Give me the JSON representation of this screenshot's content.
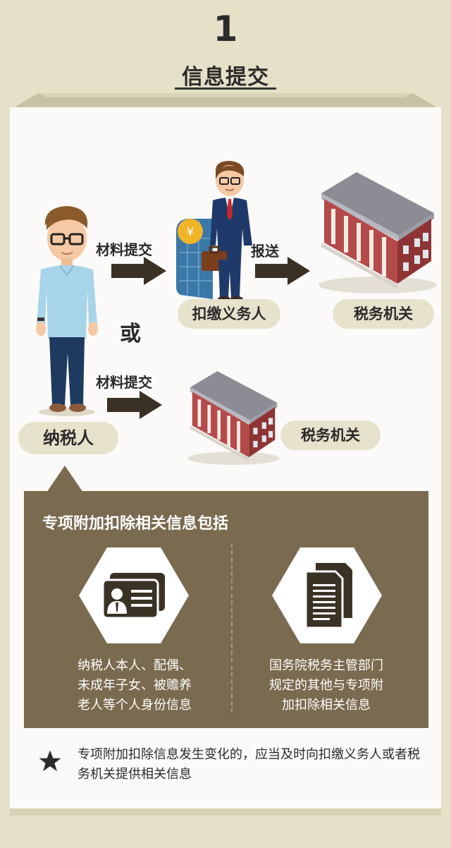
{
  "header": {
    "step_number": "1",
    "title": "信息提交"
  },
  "flow": {
    "submit_label_1": "材料提交",
    "submit_label_2": "材料提交",
    "report_label": "报送",
    "or_label": "或",
    "withholding_agent": "扣缴义务人",
    "tax_authority_1": "税务机关",
    "tax_authority_2": "税务机关",
    "taxpayer": "纳税人"
  },
  "info": {
    "title": "专项附加扣除相关信息包括",
    "items": [
      {
        "icon": "id-card-icon",
        "lines": [
          "纳税人本人、配偶、",
          "未成年子女、被赡养",
          "老人等个人身份信息"
        ]
      },
      {
        "icon": "documents-icon",
        "lines": [
          "国务院税务主管部门",
          "规定的其他与专项附",
          "加扣除相关信息"
        ]
      }
    ]
  },
  "note": {
    "icon": "star-icon",
    "text": "专项附加扣除信息发生变化的，应当及时向扣缴义务人或者税务机关提供相关信息"
  },
  "colors": {
    "background": "#e6e0c8",
    "card": "#fbfaf8",
    "box": "#7a6a4f",
    "pill": "#e7e2cc",
    "arrow": "#3a3024"
  }
}
